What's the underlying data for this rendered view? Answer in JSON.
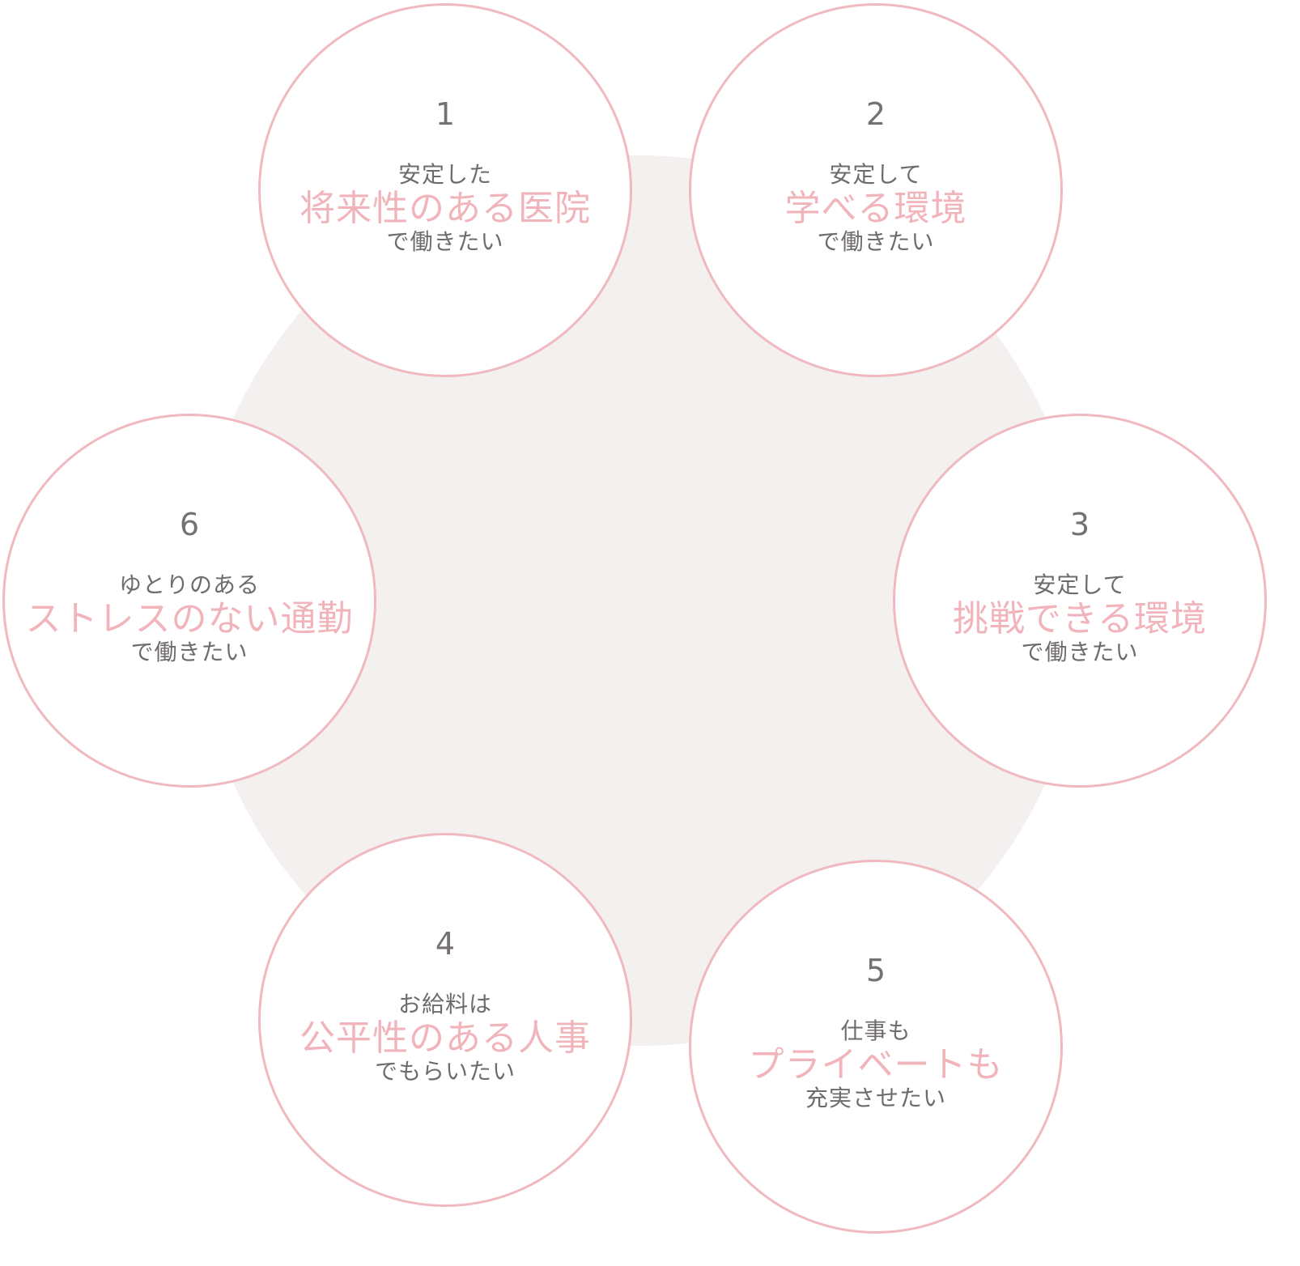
{
  "colors": {
    "accent_pink": "#f1b4bb",
    "circle_border": "#efb9bf",
    "text_gray": "#6f6b6b",
    "background_disc": "#f4f0ef"
  },
  "items": [
    {
      "number": "1",
      "pre": "安定した",
      "main": "将来性のある医院",
      "post": "で働きたい"
    },
    {
      "number": "2",
      "pre": "安定して",
      "main": "学べる環境",
      "post": "で働きたい"
    },
    {
      "number": "3",
      "pre": "安定して",
      "main": "挑戦できる環境",
      "post": "で働きたい"
    },
    {
      "number": "4",
      "pre": "お給料は",
      "main": "公平性のある人事",
      "post": "でもらいたい"
    },
    {
      "number": "5",
      "pre": "仕事も",
      "main": "プライベートも",
      "post": "充実させたい"
    },
    {
      "number": "6",
      "pre": "ゆとりのある",
      "main": "ストレスのない通勤",
      "post": "で働きたい"
    }
  ]
}
